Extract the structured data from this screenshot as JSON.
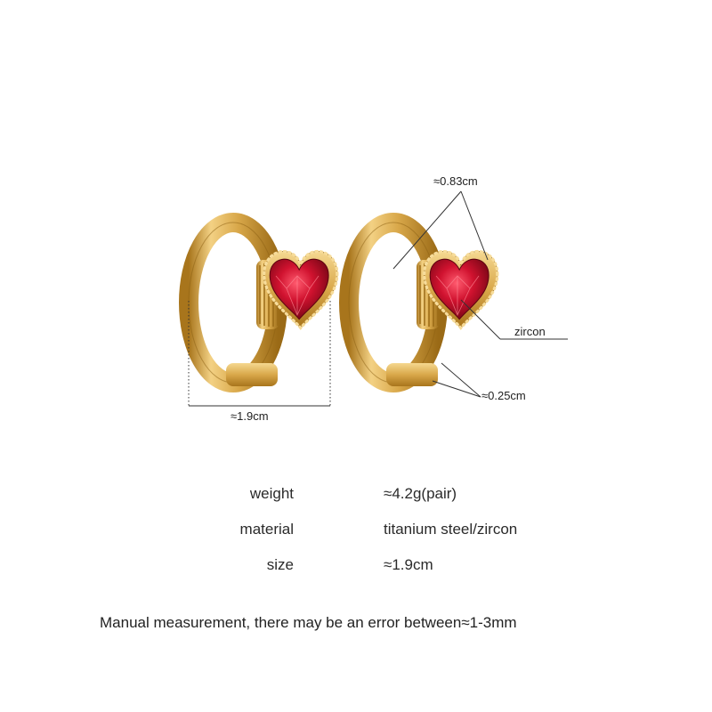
{
  "product": {
    "annotations": {
      "width_measure": "≈1.9cm",
      "heart_measure": "≈0.83cm",
      "stone_label": "zircon",
      "thickness_measure": "≈0.25cm"
    },
    "specs": [
      {
        "label": "weight",
        "value": "≈4.2g(pair)"
      },
      {
        "label": "material",
        "value": "titanium steel/zircon"
      },
      {
        "label": "size",
        "value": "≈1.9cm"
      }
    ],
    "disclaimer": "Manual measurement, there may be an error between≈1-3mm",
    "colors": {
      "gold": "#d9a84a",
      "gold_dark": "#b07e24",
      "gold_light": "#f3d184",
      "ruby": "#c8102e",
      "ruby_dark": "#7e0716",
      "line": "#333333"
    }
  }
}
